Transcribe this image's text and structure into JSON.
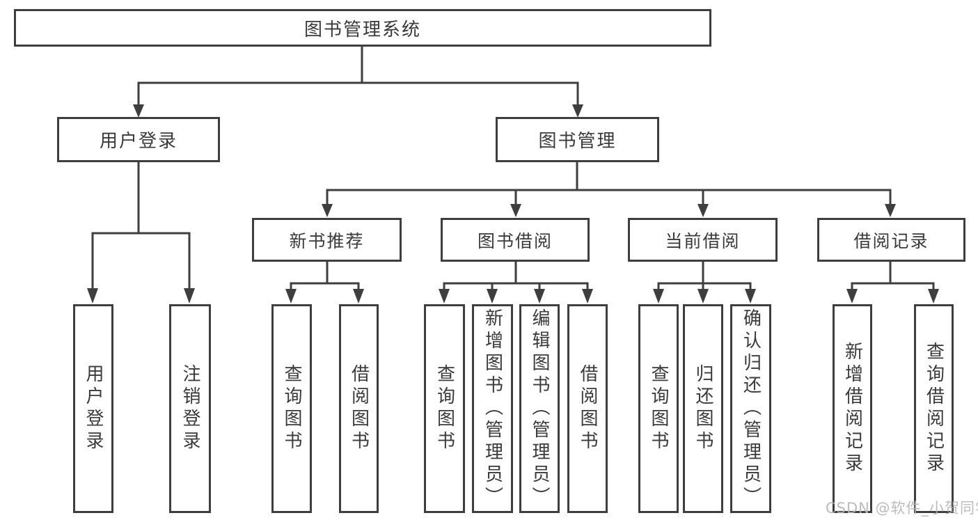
{
  "diagram": {
    "root": {
      "label": "图书管理系统"
    },
    "branches": [
      {
        "label": "用户登录",
        "children": [
          "用户登录",
          "注销登录"
        ]
      },
      {
        "label": "图书管理",
        "sections": [
          {
            "label": "新书推荐",
            "children": [
              "查询图书",
              "借阅图书"
            ]
          },
          {
            "label": "图书借阅",
            "children": [
              "查询图书",
              "新增图书（管理员）",
              "编辑图书（管理员）",
              "借阅图书"
            ]
          },
          {
            "label": "当前借阅",
            "children": [
              "查询图书",
              "归还图书",
              "确认归还（管理员）"
            ]
          },
          {
            "label": "借阅记录",
            "children": [
              "新增借阅记录",
              "查询借阅记录"
            ]
          }
        ]
      }
    ]
  },
  "watermark": "CSDN @软件_小贺同学",
  "colors": {
    "line": "#3e3e3e",
    "text": "#3a3a3a",
    "box_background": "#ffffff",
    "watermark": "#b5b5b5",
    "background": "#ffffff"
  }
}
